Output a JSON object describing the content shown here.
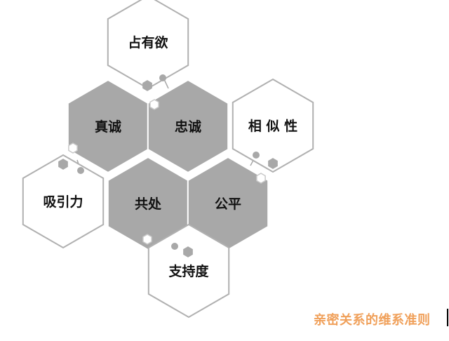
{
  "colors": {
    "filled": "#a8a8a8",
    "filled_stroke": "#a8a8a8",
    "outline_fill": "#ffffff",
    "outline_stroke": "#b0b0b0",
    "connector": "#a8a8a8",
    "caption": "#f0a05a"
  },
  "diagram": {
    "hexagons": [
      {
        "id": "possessiveness",
        "label": "占有欲",
        "style": "outline"
      },
      {
        "id": "sincerity",
        "label": "真诚",
        "style": "filled"
      },
      {
        "id": "loyalty",
        "label": "忠诚",
        "style": "filled"
      },
      {
        "id": "similarity",
        "label": "相 似 性",
        "style": "outline"
      },
      {
        "id": "attraction",
        "label": "吸引力",
        "style": "outline"
      },
      {
        "id": "coexistence",
        "label": "共处",
        "style": "filled"
      },
      {
        "id": "fairness",
        "label": "公平",
        "style": "filled"
      },
      {
        "id": "support",
        "label": "支持度",
        "style": "outline"
      }
    ]
  },
  "caption": {
    "text": "亲密关系的维系准则"
  }
}
